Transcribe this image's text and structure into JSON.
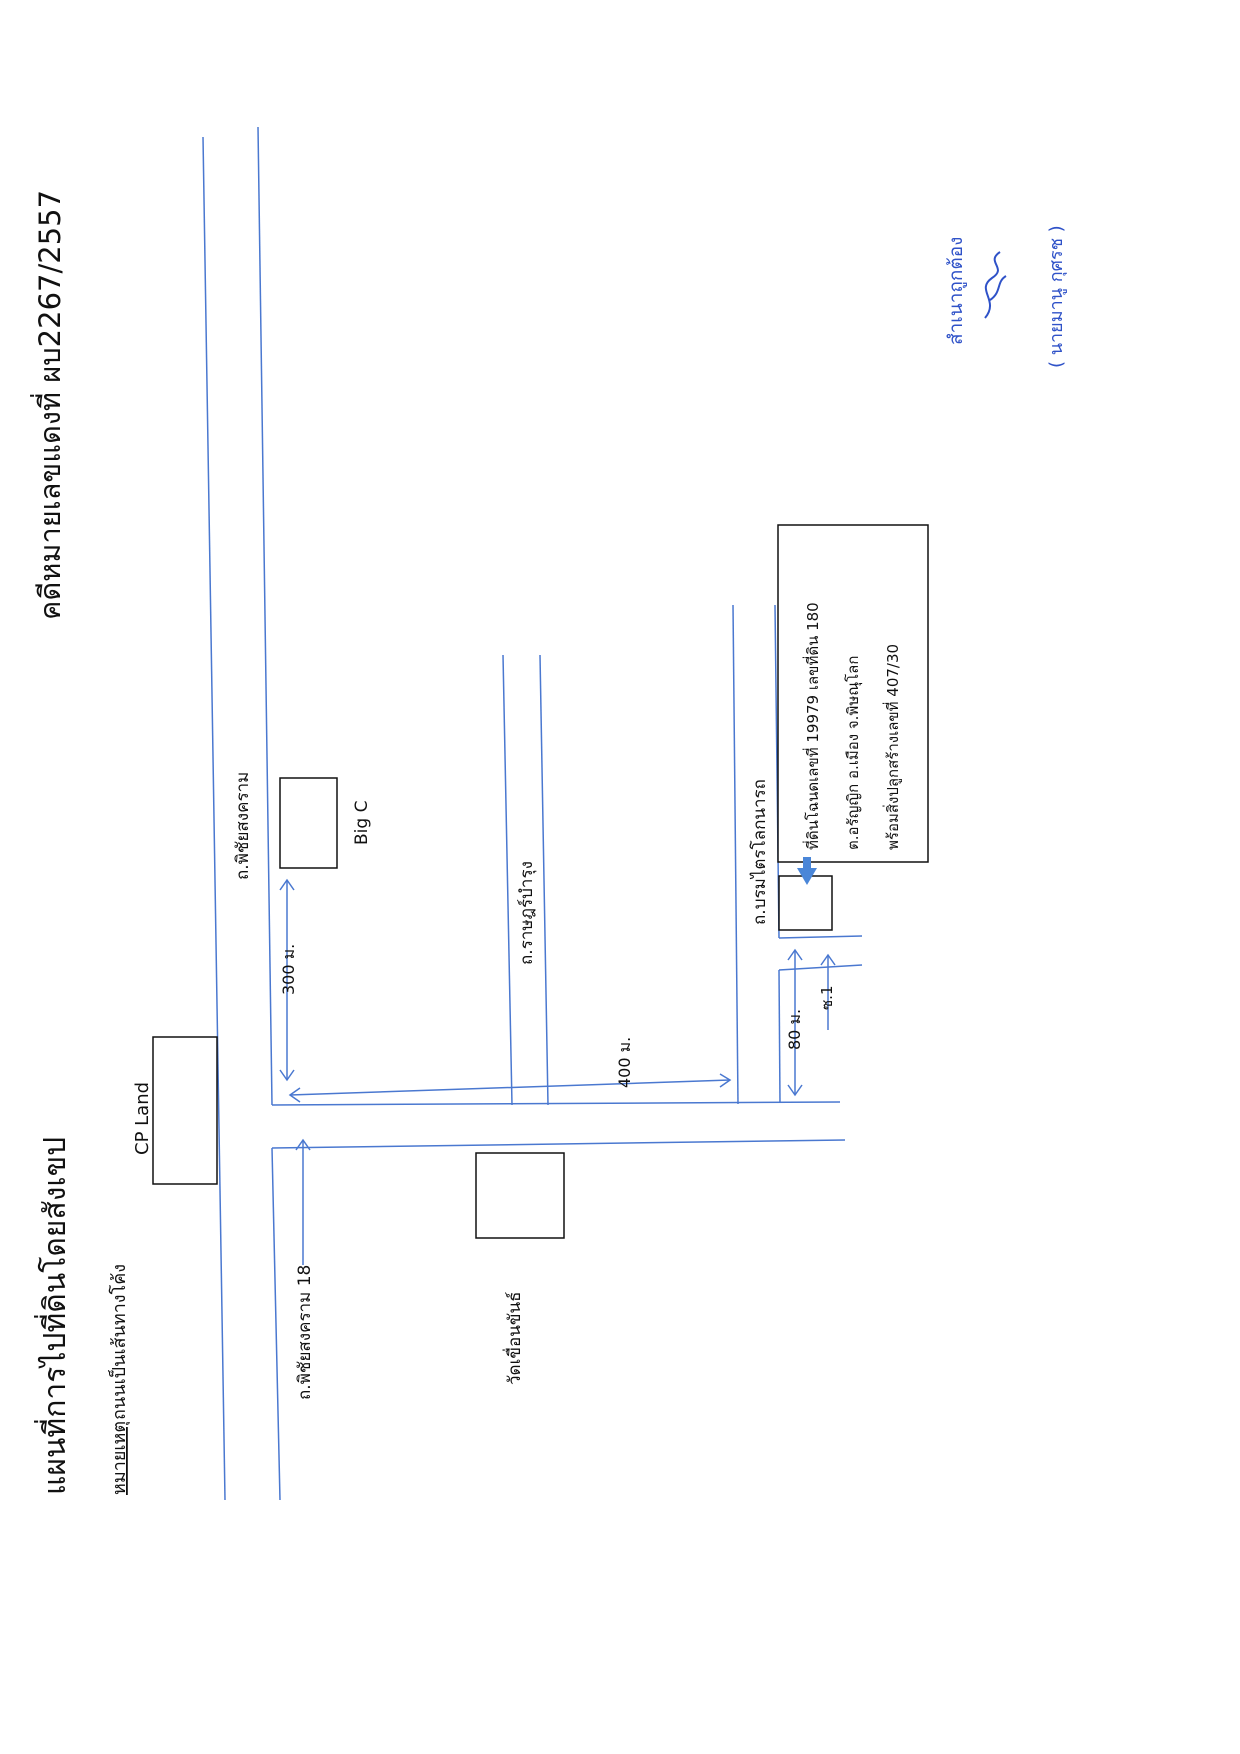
{
  "document": {
    "title": "แผนที่การไปที่ดินโดยสังเขป",
    "case_number": "คดีหมายเลขแดงที่ ผบ2267/2557",
    "note_prefix": "หมายเหตุ",
    "note_text": "ถนนเป็นเส้นทางโค้ง"
  },
  "roads": {
    "main_road": "ถ.พิชัยสงคราม",
    "main_road_soi": "ถ.พิชัยสงคราม 18",
    "road_2": "ถ.ราษฎร์บำรุง",
    "road_3": "ถ.บรมไตรโลกนารถ",
    "soi": "ซ.1"
  },
  "landmarks": {
    "cp_land": "CP Land",
    "big_c": "Big C",
    "temple": "วัดเขื่อนขันธ์"
  },
  "distances": {
    "d1": "300 ม.",
    "d2": "400 ม.",
    "d3": "80 ม."
  },
  "property": {
    "line1": "ที่ดินโฉนดเลขที่ 19979 เลขที่ดิน 180",
    "line2": "ต.อรัญญิก อ.เมือง จ.พิษณุโลก",
    "line3": "พร้อมสิ่งปลูกสร้างเลขที่ 407/30"
  },
  "certification": {
    "label": "สำเนาถูกต้อง",
    "name": "( นายมานู กุศรช )"
  },
  "colors": {
    "road_line": "#4a78d0",
    "ink_blue": "#2f52c8",
    "marker": "#4a86d8",
    "text": "#111111"
  }
}
